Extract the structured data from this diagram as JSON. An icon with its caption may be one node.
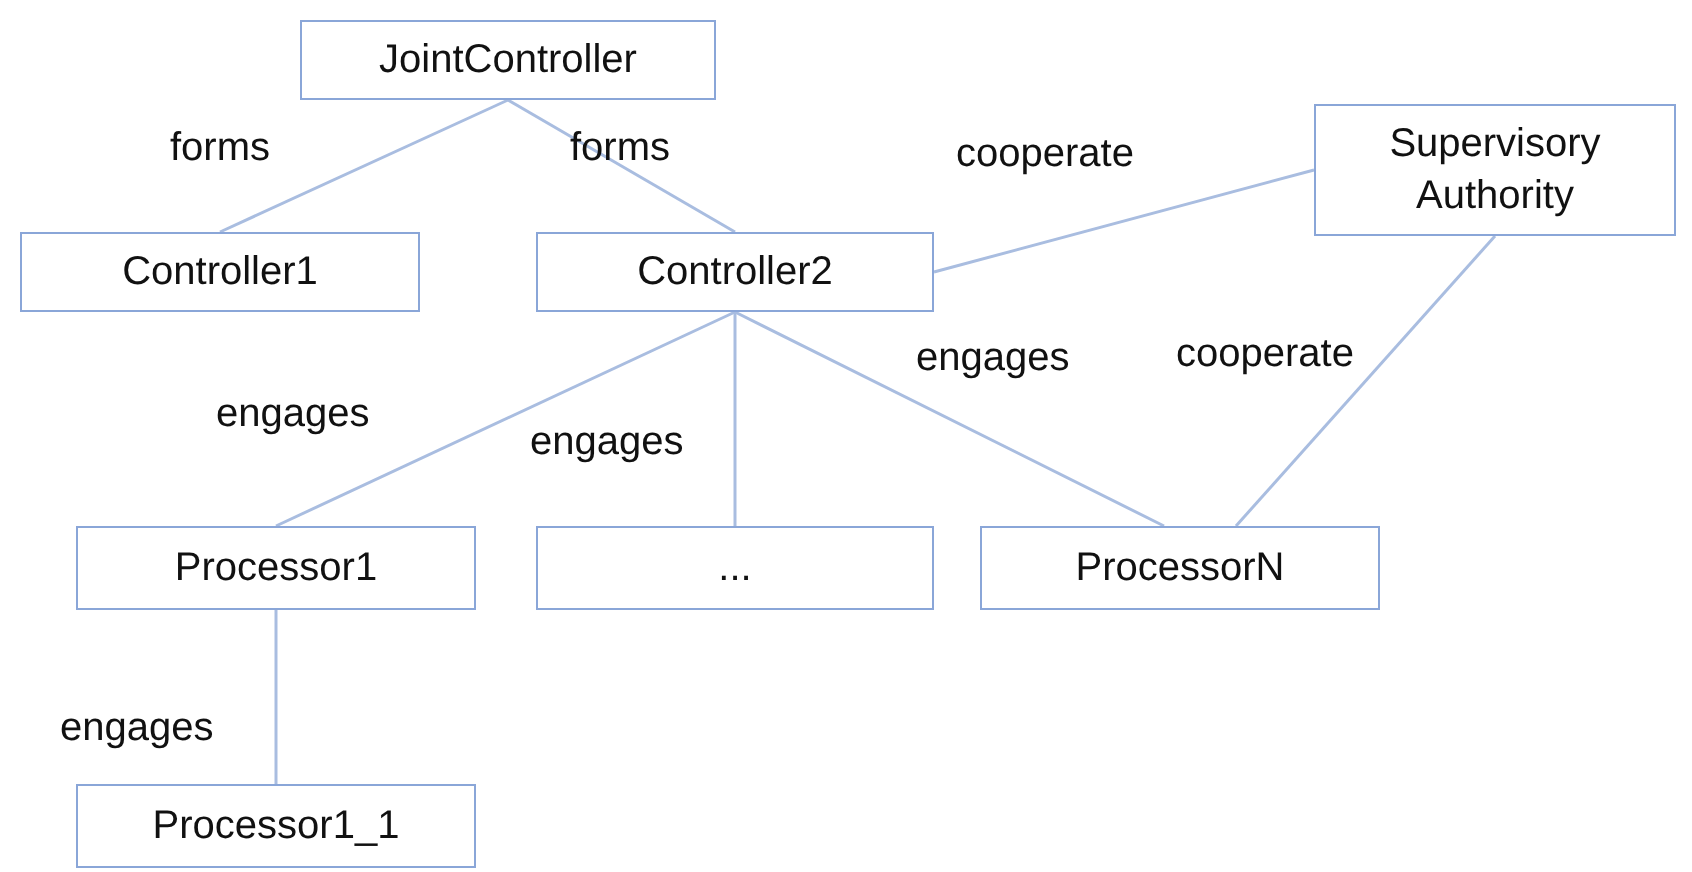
{
  "diagram": {
    "nodes": [
      {
        "text": [
          "JointController"
        ]
      },
      {
        "text": [
          "Controller1"
        ]
      },
      {
        "text": [
          "Controller2"
        ]
      },
      {
        "text": [
          "Supervisory Authority"
        ]
      },
      {
        "text": [
          "Processor1"
        ]
      },
      {
        "text": [
          "..."
        ]
      },
      {
        "text": [
          "ProcessorN"
        ]
      },
      {
        "text": [
          "Processor1_1"
        ]
      }
    ],
    "edges": [
      {
        "from": 0,
        "to": 1,
        "arrow": "none",
        "label": "forms"
      },
      {
        "from": 0,
        "to": 2,
        "arrow": "none",
        "label": "forms"
      },
      {
        "from": 2,
        "to": 3,
        "arrow": "none",
        "label": "cooperate"
      },
      {
        "from": 2,
        "to": 4,
        "arrow": "none",
        "label": "engages"
      },
      {
        "from": 2,
        "to": 5,
        "arrow": "none",
        "label": "engages"
      },
      {
        "from": 2,
        "to": 6,
        "arrow": "none",
        "label": "engages"
      },
      {
        "from": 3,
        "to": 6,
        "arrow": "none",
        "label": "cooperate"
      },
      {
        "from": 4,
        "to": 7,
        "arrow": "none",
        "label": "engages"
      }
    ]
  }
}
